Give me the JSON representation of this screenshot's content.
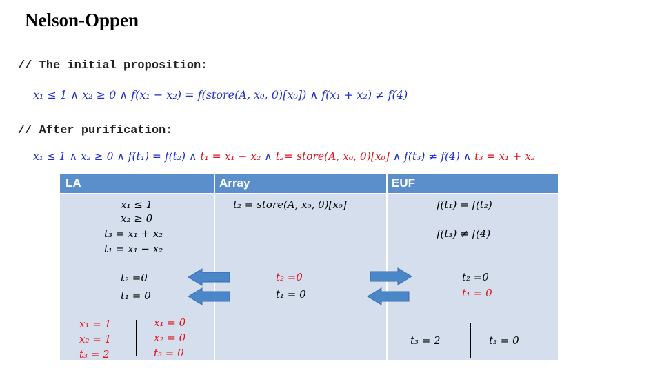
{
  "title": "Nelson-Oppen",
  "comment1": "// The initial proposition:",
  "formula1": "x₁ ≤ 1 ∧ x₂ ≥ 0 ∧ f(x₁ − x₂) = f(store(A, x₀, 0)[x₀]) ∧ f(x₁ + x₂) ≠ f(4)",
  "comment2": "// After purification:",
  "formula2": {
    "part1": "x₁ ≤ 1 ∧ x₂ ≥ 0 ∧ f(t₁) = f(t₂) ∧ ",
    "part2": "t₁ = x₁ − x₂",
    "part3": " ∧ ",
    "part4": "t₂= store(A, x₀, 0)[x₀]",
    "part5": " ∧  f(t₃) ≠ f(4) ∧ ",
    "part6": "t₃ = x₁ + x₂"
  },
  "table": {
    "headers": [
      "LA",
      "Array",
      "EUF"
    ],
    "la": {
      "constraints": [
        "x₁ ≤ 1",
        "x₂ ≥ 0",
        "t₃ = x₁ + x₂",
        "t₁ = x₁ − x₂"
      ],
      "equalities": [
        "t₂ =0",
        "t₁ = 0"
      ],
      "model_left": [
        "x₁ = 1",
        "x₂ = 1",
        "t₃ = 2"
      ],
      "model_right": [
        "x₁ = 0",
        "x₂ = 0",
        "t₃ = 0"
      ]
    },
    "array": {
      "constraint": "t₂ = store(A, x₀, 0)[x₀]",
      "equalities": [
        "t₂ =0",
        "t₁ = 0"
      ]
    },
    "euf": {
      "constraints": [
        "f(t₁) = f(t₂)",
        "f(t₃) ≠ f(4)"
      ],
      "equalities": [
        "t₂ =0",
        "t₁ = 0"
      ],
      "model_left": "t₃ = 2",
      "model_right": "t₃ = 0"
    }
  },
  "colors": {
    "header": "#5b8fcb",
    "body": "#d4deec",
    "arrow": "#4a86c8",
    "red": "#e0121b",
    "blue": "#1f2fd0"
  }
}
